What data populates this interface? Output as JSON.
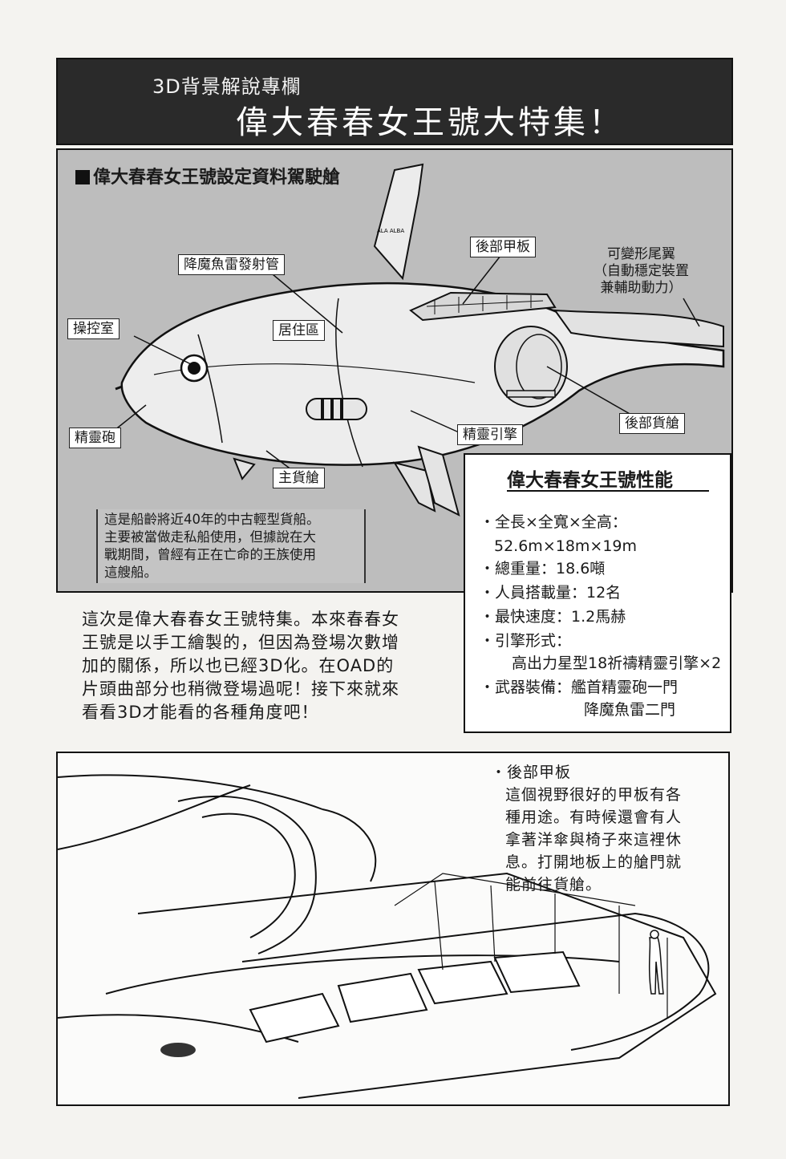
{
  "header": {
    "kicker": "3D背景解說專欄",
    "title": "偉大春春女王號大特集！"
  },
  "diagram": {
    "section_title": "偉大春春女王號設定資料駕駛艙",
    "tail_logo": "ALA ALBA",
    "labels": {
      "aft_deck": "後部甲板",
      "variable_tail_1": "可變形尾翼",
      "variable_tail_2": "（自動穩定裝置",
      "variable_tail_3": "兼輔助動力）",
      "torpedo_tubes": "降魔魚雷發射管",
      "cockpit": "操控室",
      "living_quarters": "居住區",
      "rear_cargo": "後部貨艙",
      "spirit_cannon": "精靈砲",
      "spirit_engine": "精靈引擎",
      "main_cargo": "主貨艙"
    },
    "note_lines": [
      "這是船齡將近40年的中古輕型貨船。",
      "主要被當做走私船使用，但據說在大",
      "戰期間，曾經有正在亡命的王族使用",
      "這艘船。"
    ]
  },
  "specs": {
    "title": "偉大春春女王號性能",
    "lines": [
      "・全長×全寬×全高：",
      "52.6m×18m×19m",
      "・總重量：18.6噸",
      "・人員搭載量：12名",
      "・最快速度：1.2馬赫",
      "・引擎形式：",
      "高出力星型18祈禱精靈引擎×2",
      "・武器裝備：艦首精靈砲一門",
      "降魔魚雷二門"
    ]
  },
  "intro_lines": [
    "這次是偉大春春女王號特集。本來春春女",
    "王號是以手工繪製的，但因為登場次數增",
    "加的關係，所以也已經3D化。在OAD的",
    "片頭曲部分也稍微登場過呢！接下來就來",
    "看看3D才能看的各種角度吧！"
  ],
  "deck": {
    "lines": [
      "・後部甲板",
      "這個視野很好的甲板有各",
      "種用途。有時候還會有人",
      "拿著洋傘與椅子來這裡休",
      "息。打開地板上的艙門就",
      "能前往貨艙。"
    ]
  }
}
